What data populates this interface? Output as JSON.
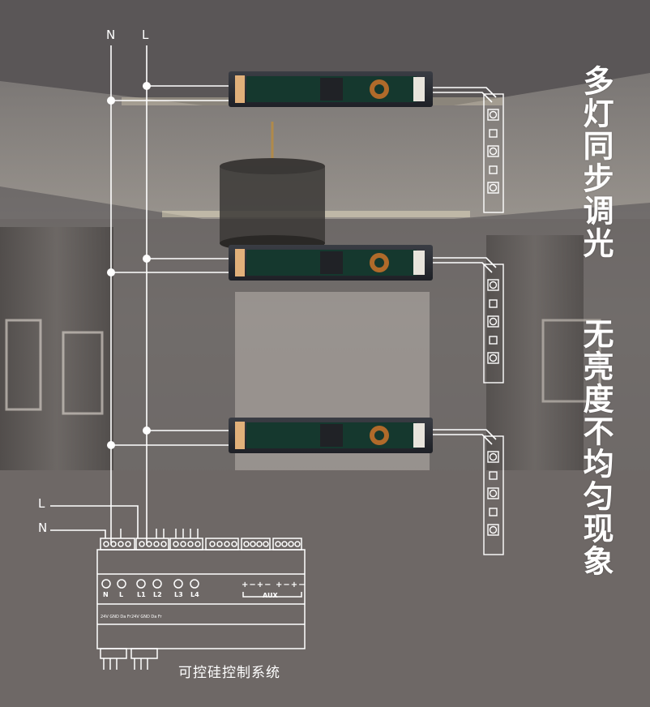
{
  "title": {
    "line1": "多灯同步调光",
    "line2": "无亮度不均匀现象"
  },
  "wire_labels": {
    "n_top": "N",
    "l_top": "L",
    "l_input": "L",
    "n_input": "N"
  },
  "controller": {
    "caption": "可控硅控制系统",
    "terminals": [
      "N",
      "L",
      "L1",
      "L2",
      "L3",
      "L4"
    ],
    "aux_label": "AUX",
    "aux_signs": "+−+−  +−+−",
    "port_label": "24V GND Da Fr"
  },
  "colors": {
    "wire": "#ffffff",
    "driver_body": "#2a2d33",
    "pcb": "#15382e",
    "background": "#6f6a68"
  },
  "icons": [
    "led-strip-icon",
    "driver-icon",
    "controller-module-icon",
    "pendant-lamp-icon"
  ]
}
